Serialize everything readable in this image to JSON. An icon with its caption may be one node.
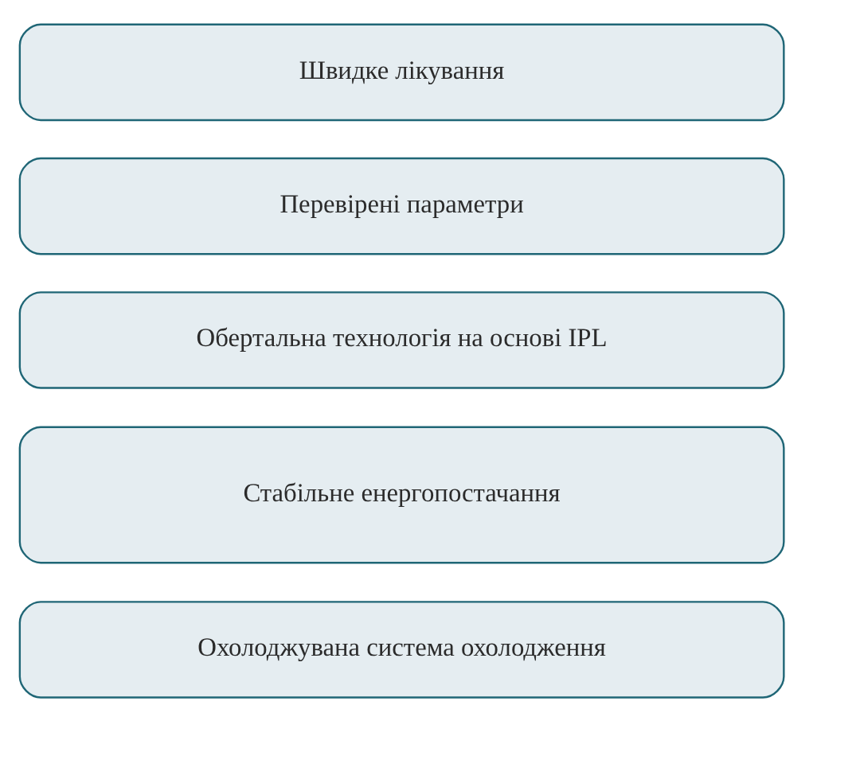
{
  "diagram": {
    "nodes": [
      {
        "text": [
          "Швидке лікування"
        ]
      },
      {
        "text": [
          "Перевірені параметри"
        ]
      },
      {
        "text": [
          "Обертальна технологія на основі IPL"
        ]
      },
      {
        "text": [
          "Стабільне енергопостачання"
        ]
      },
      {
        "text": [
          "Охолоджувана система охолодження"
        ]
      }
    ]
  }
}
